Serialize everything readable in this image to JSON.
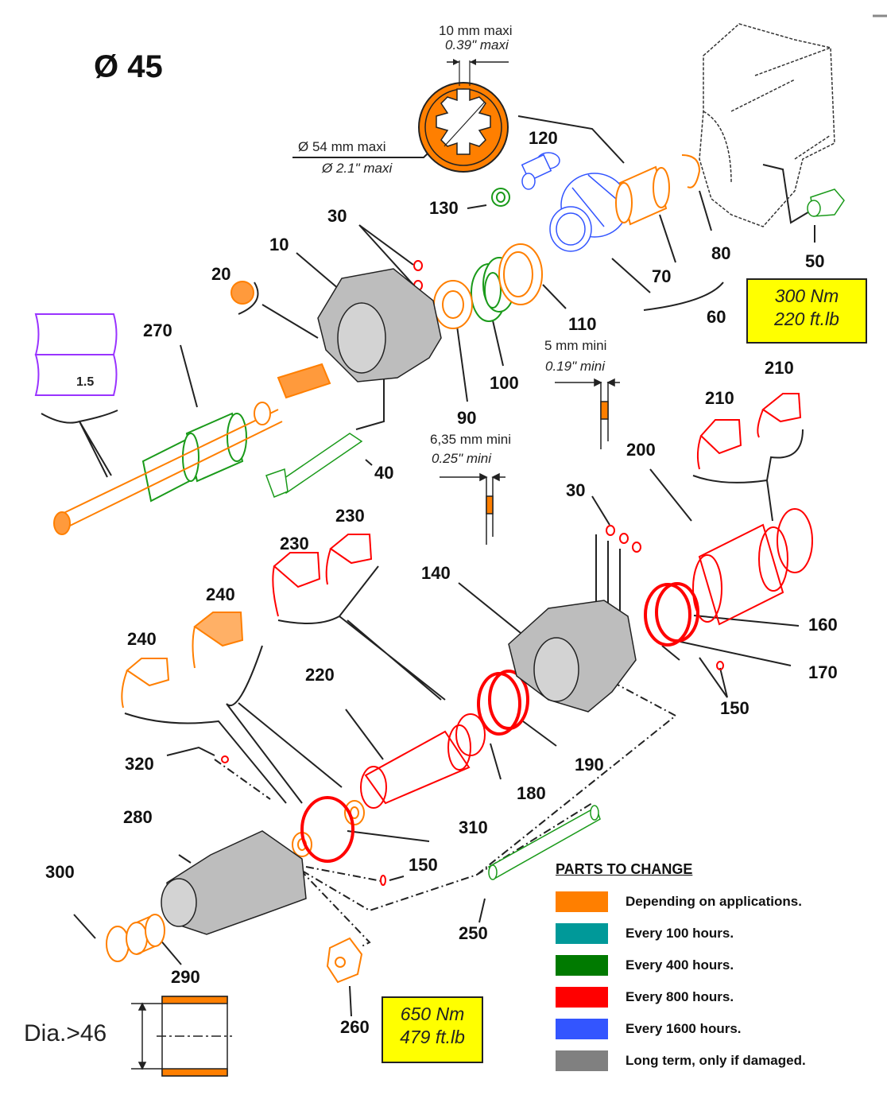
{
  "title": "Ø 45",
  "dimensions": {
    "spline_width_mm": "10 mm maxi",
    "spline_width_in": "0.39\" maxi",
    "spline_diameter_mm": "Ø 54 mm maxi",
    "spline_diameter_in": "Ø 2.1\" maxi",
    "part110_min_mm": "5 mm mini",
    "part110_min_in": "0.19\" mini",
    "part90_min_mm": "6,35 mm mini",
    "part90_min_in": "0.25\" mini",
    "shaft_gauge_value": "1.5",
    "bushing_dia": "Dia.>46"
  },
  "torques": {
    "part50": {
      "line1": "300 Nm",
      "line2": "220 ft.lb"
    },
    "part260": {
      "line1": "650 Nm",
      "line2": "479 ft.lb"
    }
  },
  "part_labels": {
    "p10": "10",
    "p20": "20",
    "p30a": "30",
    "p30b": "30",
    "p40": "40",
    "p50": "50",
    "p60": "60",
    "p70": "70",
    "p80": "80",
    "p90": "90",
    "p100": "100",
    "p110": "110",
    "p120": "120",
    "p130": "130",
    "p140": "140",
    "p150a": "150",
    "p150b": "150",
    "p160": "160",
    "p170": "170",
    "p180": "180",
    "p190": "190",
    "p200": "200",
    "p210a": "210",
    "p210b": "210",
    "p220": "220",
    "p230a": "230",
    "p230b": "230",
    "p240a": "240",
    "p240b": "240",
    "p250": "250",
    "p260": "260",
    "p270": "270",
    "p280": "280",
    "p290": "290",
    "p300": "300",
    "p310": "310",
    "p320": "320"
  },
  "legend": {
    "title": "PARTS TO CHANGE",
    "items": [
      {
        "label": "Depending on applications.",
        "color": "#ff7f00"
      },
      {
        "label": "Every 100 hours.",
        "color": "#009999"
      },
      {
        "label": "Every 400 hours.",
        "color": "#007a00"
      },
      {
        "label": "Every 800 hours.",
        "color": "#ff0000"
      },
      {
        "label": "Every 1600 hours.",
        "color": "#3355ff"
      },
      {
        "label": "Long term, only if damaged.",
        "color": "#808080"
      }
    ]
  },
  "colors": {
    "orange": "#ff7f00",
    "green": "#1a9a1a",
    "red": "#ff0000",
    "blue": "#3355ff",
    "gray": "#b8b8b8",
    "purple": "#9933ff",
    "yellow": "#ffff00"
  }
}
